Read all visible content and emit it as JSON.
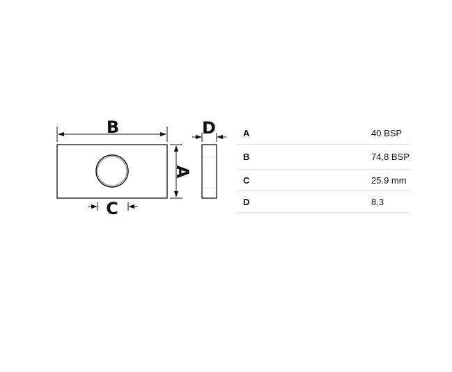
{
  "diagram": {
    "labels": {
      "width": "B",
      "height": "A",
      "hole": "C",
      "thickness": "D"
    },
    "line_color": "#111111"
  },
  "specs": [
    {
      "key": "A",
      "value": "40 BSP"
    },
    {
      "key": "B",
      "value": "74,8 BSP"
    },
    {
      "key": "C",
      "value": "25.9 mm"
    },
    {
      "key": "D",
      "value": "8,3"
    }
  ]
}
